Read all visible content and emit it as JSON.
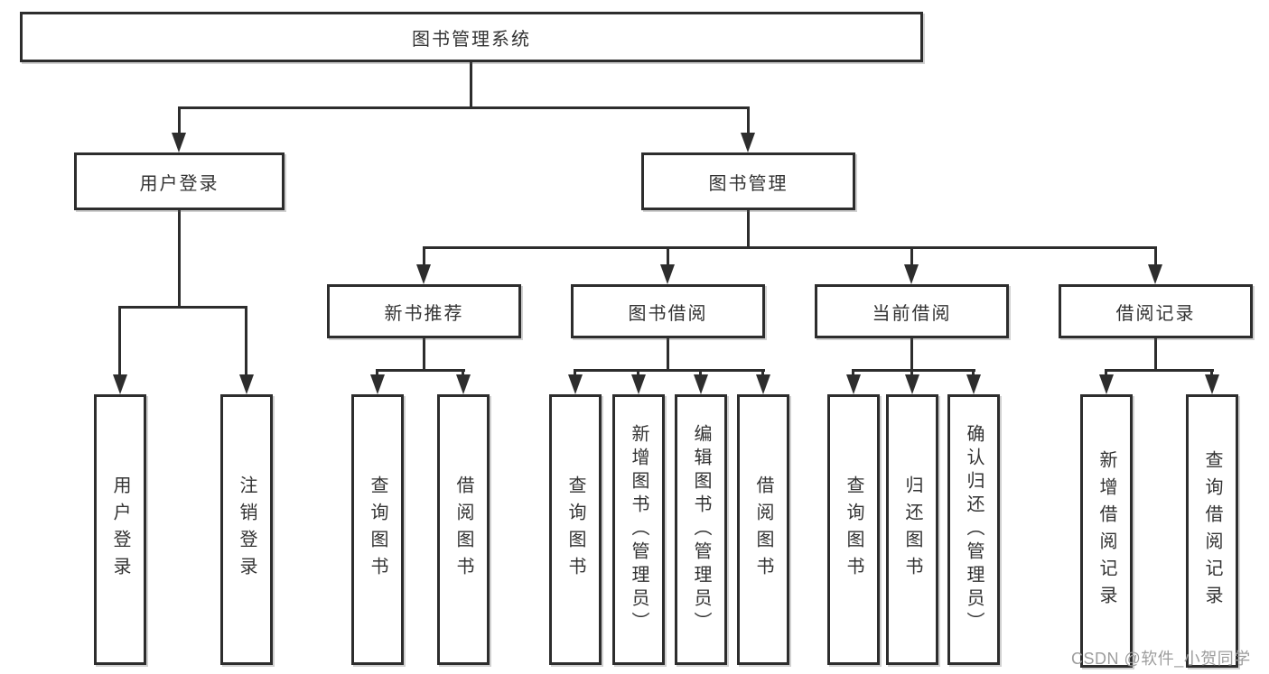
{
  "tree": {
    "label": "图书管理系统",
    "children": [
      {
        "label": "用户登录",
        "children": [
          {
            "label": "用户登录"
          },
          {
            "label": "注销登录"
          }
        ]
      },
      {
        "label": "图书管理",
        "children": [
          {
            "label": "新书推荐",
            "children": [
              {
                "label": "查询图书"
              },
              {
                "label": "借阅图书"
              }
            ]
          },
          {
            "label": "图书借阅",
            "children": [
              {
                "label": "查询图书"
              },
              {
                "label": "新增图书（管理员）"
              },
              {
                "label": "编辑图书（管理员）"
              },
              {
                "label": "借阅图书"
              }
            ]
          },
          {
            "label": "当前借阅",
            "children": [
              {
                "label": "查询图书"
              },
              {
                "label": "归还图书"
              },
              {
                "label": "确认归还（管理员）"
              }
            ]
          },
          {
            "label": "借阅记录",
            "children": [
              {
                "label": "新增借阅记录"
              },
              {
                "label": "查询借阅记录"
              }
            ]
          }
        ]
      }
    ]
  },
  "watermark": {
    "text": "CSDN @软件_小贺同学"
  },
  "colors": {
    "line": "#2d2d2d",
    "text": "#333333",
    "watermark": "#9d9d9d",
    "background": "#ffffff"
  }
}
